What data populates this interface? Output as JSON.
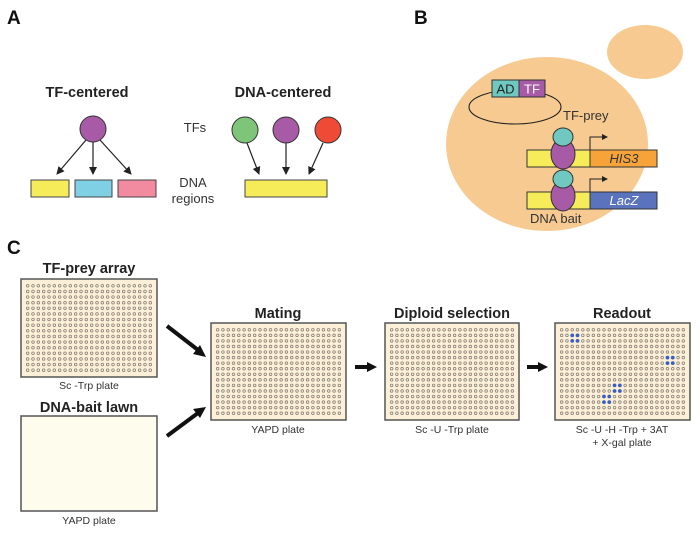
{
  "panels": {
    "A": {
      "label": "A",
      "tf_centered_title": "TF-centered",
      "dna_centered_title": "DNA-centered",
      "row_label_tfs": "TFs",
      "row_label_dna_line1": "DNA",
      "row_label_dna_line2": "regions",
      "tf_centered": {
        "tf_color": "#a75aa5",
        "dna_region_colors": [
          "#f6ec5a",
          "#7fd0e4",
          "#f28aa0"
        ]
      },
      "dna_centered": {
        "tf_colors": [
          "#7ec57a",
          "#a75aa5",
          "#ef4a36"
        ],
        "dna_region_color": "#f6ec5a"
      }
    },
    "B": {
      "label": "B",
      "cell_color": "#f7ca92",
      "plasmid": {
        "ad_label": "AD",
        "tf_label": "TF",
        "ad_color": "#6fc9c0",
        "tf_color": "#a75aa5"
      },
      "tf_prey_label": "TF-prey",
      "dna_bait_label": "DNA bait",
      "reporters": [
        {
          "gene": "HIS3",
          "color": "#f6a43a",
          "text_color": "#333333"
        },
        {
          "gene": "LacZ",
          "color": "#5a73bc",
          "text_color": "#ffffff"
        }
      ],
      "bait_color": "#f6ec5a",
      "protein_colors": {
        "ad": "#6fc9c0",
        "tf": "#a75aa5"
      }
    },
    "C": {
      "label": "C",
      "array": {
        "rows": 16,
        "cols": 24
      },
      "plates": [
        {
          "id": "tf-prey-array",
          "title": "TF-prey array",
          "caption": [
            "Sc -Trp plate"
          ],
          "type": "array"
        },
        {
          "id": "dna-bait-lawn",
          "title": "DNA-bait lawn",
          "caption": [
            "YAPD plate"
          ],
          "type": "lawn"
        },
        {
          "id": "mating",
          "title": "Mating",
          "caption": [
            "YAPD plate"
          ],
          "type": "array"
        },
        {
          "id": "diploid-selection",
          "title": "Diploid selection",
          "caption": [
            "Sc -U -Trp plate"
          ],
          "type": "array"
        },
        {
          "id": "readout",
          "title": "Readout",
          "caption": [
            "Sc -U -H -Trp + 3AT",
            "+ X-gal plate"
          ],
          "type": "array"
        }
      ],
      "plate_fill": "#fdf0d8",
      "lawn_fill": "#fefcec",
      "positive_color": "#3b5fc0",
      "readout_positives": [
        [
          2,
          3
        ],
        [
          2,
          4
        ],
        [
          3,
          3
        ],
        [
          3,
          4
        ],
        [
          6,
          21
        ],
        [
          6,
          22
        ],
        [
          7,
          21
        ],
        [
          7,
          22
        ],
        [
          11,
          11
        ],
        [
          11,
          12
        ],
        [
          12,
          11
        ],
        [
          12,
          12
        ],
        [
          13,
          9
        ],
        [
          13,
          10
        ],
        [
          14,
          9
        ],
        [
          14,
          10
        ]
      ]
    }
  }
}
